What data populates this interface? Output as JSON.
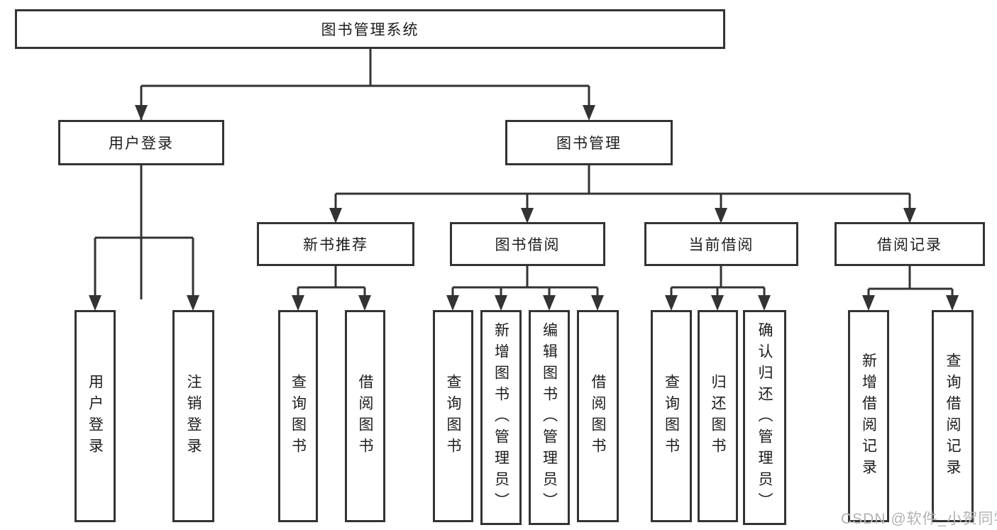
{
  "diagram": {
    "root": {
      "label": "图书管理系统"
    },
    "level2": [
      {
        "id": "user-login",
        "label": "用户登录"
      },
      {
        "id": "book-management",
        "label": "图书管理"
      }
    ],
    "level3": [
      {
        "id": "new-book-recommend",
        "label": "新书推荐"
      },
      {
        "id": "book-borrow",
        "label": "图书借阅"
      },
      {
        "id": "current-borrow",
        "label": "当前借阅"
      },
      {
        "id": "borrow-records",
        "label": "借阅记录"
      }
    ],
    "leaves": [
      {
        "id": "leaf-user-login",
        "label": "用户登录",
        "parent": "user-login"
      },
      {
        "id": "leaf-logout",
        "label": "注销登录",
        "parent": "user-login"
      },
      {
        "id": "leaf-query-books-1",
        "label": "查询图书",
        "parent": "new-book-recommend"
      },
      {
        "id": "leaf-borrow-books-1",
        "label": "借阅图书",
        "parent": "new-book-recommend"
      },
      {
        "id": "leaf-query-books-2",
        "label": "查询图书",
        "parent": "book-borrow"
      },
      {
        "id": "leaf-add-book-admin",
        "label": "新增图书（管理员）",
        "parent": "book-borrow"
      },
      {
        "id": "leaf-edit-book-admin",
        "label": "编辑图书（管理员）",
        "parent": "book-borrow"
      },
      {
        "id": "leaf-borrow-books-2",
        "label": "借阅图书",
        "parent": "book-borrow"
      },
      {
        "id": "leaf-query-books-3",
        "label": "查询图书",
        "parent": "current-borrow"
      },
      {
        "id": "leaf-return-book",
        "label": "归还图书",
        "parent": "current-borrow"
      },
      {
        "id": "leaf-confirm-return-admin",
        "label": "确认归还（管理员）",
        "parent": "current-borrow"
      },
      {
        "id": "leaf-add-borrow-record",
        "label": "新增借阅记录",
        "parent": "borrow-records"
      },
      {
        "id": "leaf-query-borrow-record",
        "label": "查询借阅记录",
        "parent": "borrow-records"
      }
    ],
    "watermark": "CSDN @软件_小贺同学",
    "colors": {
      "line": "#333333",
      "text": "#1c1c1c",
      "background": "#ffffff",
      "watermark": "#b3b3b3"
    }
  }
}
